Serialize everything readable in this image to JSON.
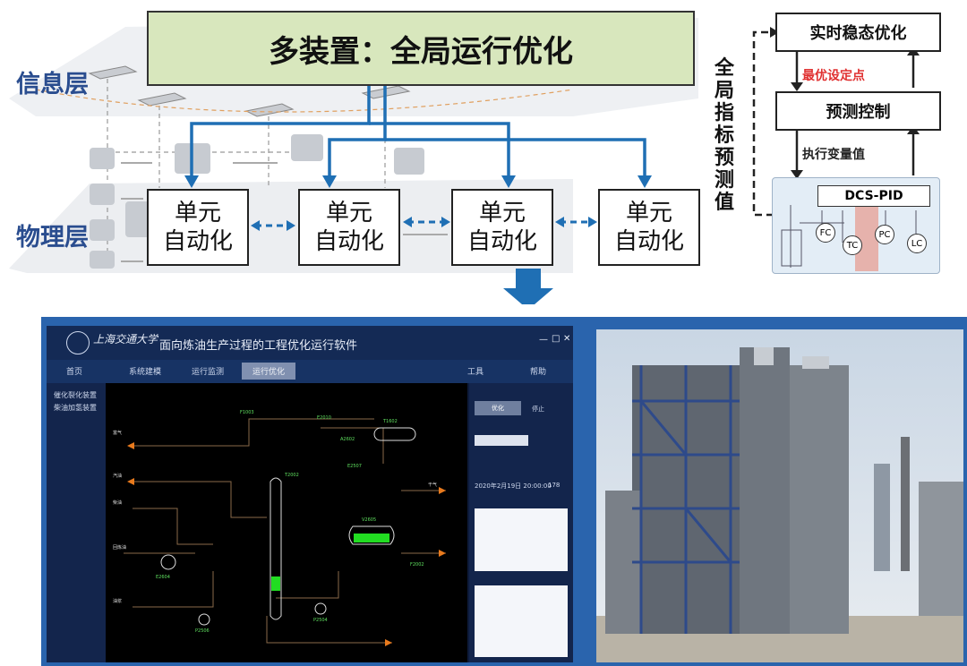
{
  "diagram": {
    "layer_info": "信息层",
    "layer_physical": "物理层",
    "banner": "多装置：全局运行优化",
    "units": [
      {
        "line1": "单元",
        "line2": "自动化"
      },
      {
        "line1": "单元",
        "line2": "自动化"
      },
      {
        "line1": "单元",
        "line2": "自动化"
      },
      {
        "line1": "单元",
        "line2": "自动化"
      }
    ],
    "control": {
      "rto": "实时稳态优化",
      "best_setpoint": "最优设定点",
      "mpc": "预测控制",
      "exec_value": "执行变量值",
      "dcs": "DCS-PID",
      "global_index": "全局指标预测值",
      "instruments": [
        "FC",
        "TC",
        "PC",
        "LC"
      ]
    }
  },
  "software": {
    "title": "面向炼油生产过程的工程优化运行软件",
    "logo_text": "上海交通大学",
    "nav": [
      "首页",
      "系统建模",
      "运行监测",
      "运行优化",
      "工具",
      "帮助"
    ],
    "sidebar": [
      "催化裂化装置",
      "柴油加氢装置"
    ],
    "right_panel": {
      "label1": "优化",
      "label2": "停止",
      "time": "2020年2月19日 20:00:00",
      "value": "178"
    },
    "pid_labels": {
      "tags": [
        "F1003",
        "T2002",
        "E2010",
        "A2602",
        "V2605",
        "E2604",
        "P2504",
        "P2506",
        "T1602",
        "E2507",
        "F2002"
      ],
      "streams": [
        "富气",
        "汽油",
        "柴油",
        "回炼油",
        "油浆",
        "干气"
      ]
    }
  },
  "colors": {
    "banner_bg": "#d8e7bd",
    "flow_blue": "#1f6fb4",
    "layer_label": "#2a4d8f",
    "setpoint_red": "#e03030",
    "window_border": "#2a64ad"
  }
}
